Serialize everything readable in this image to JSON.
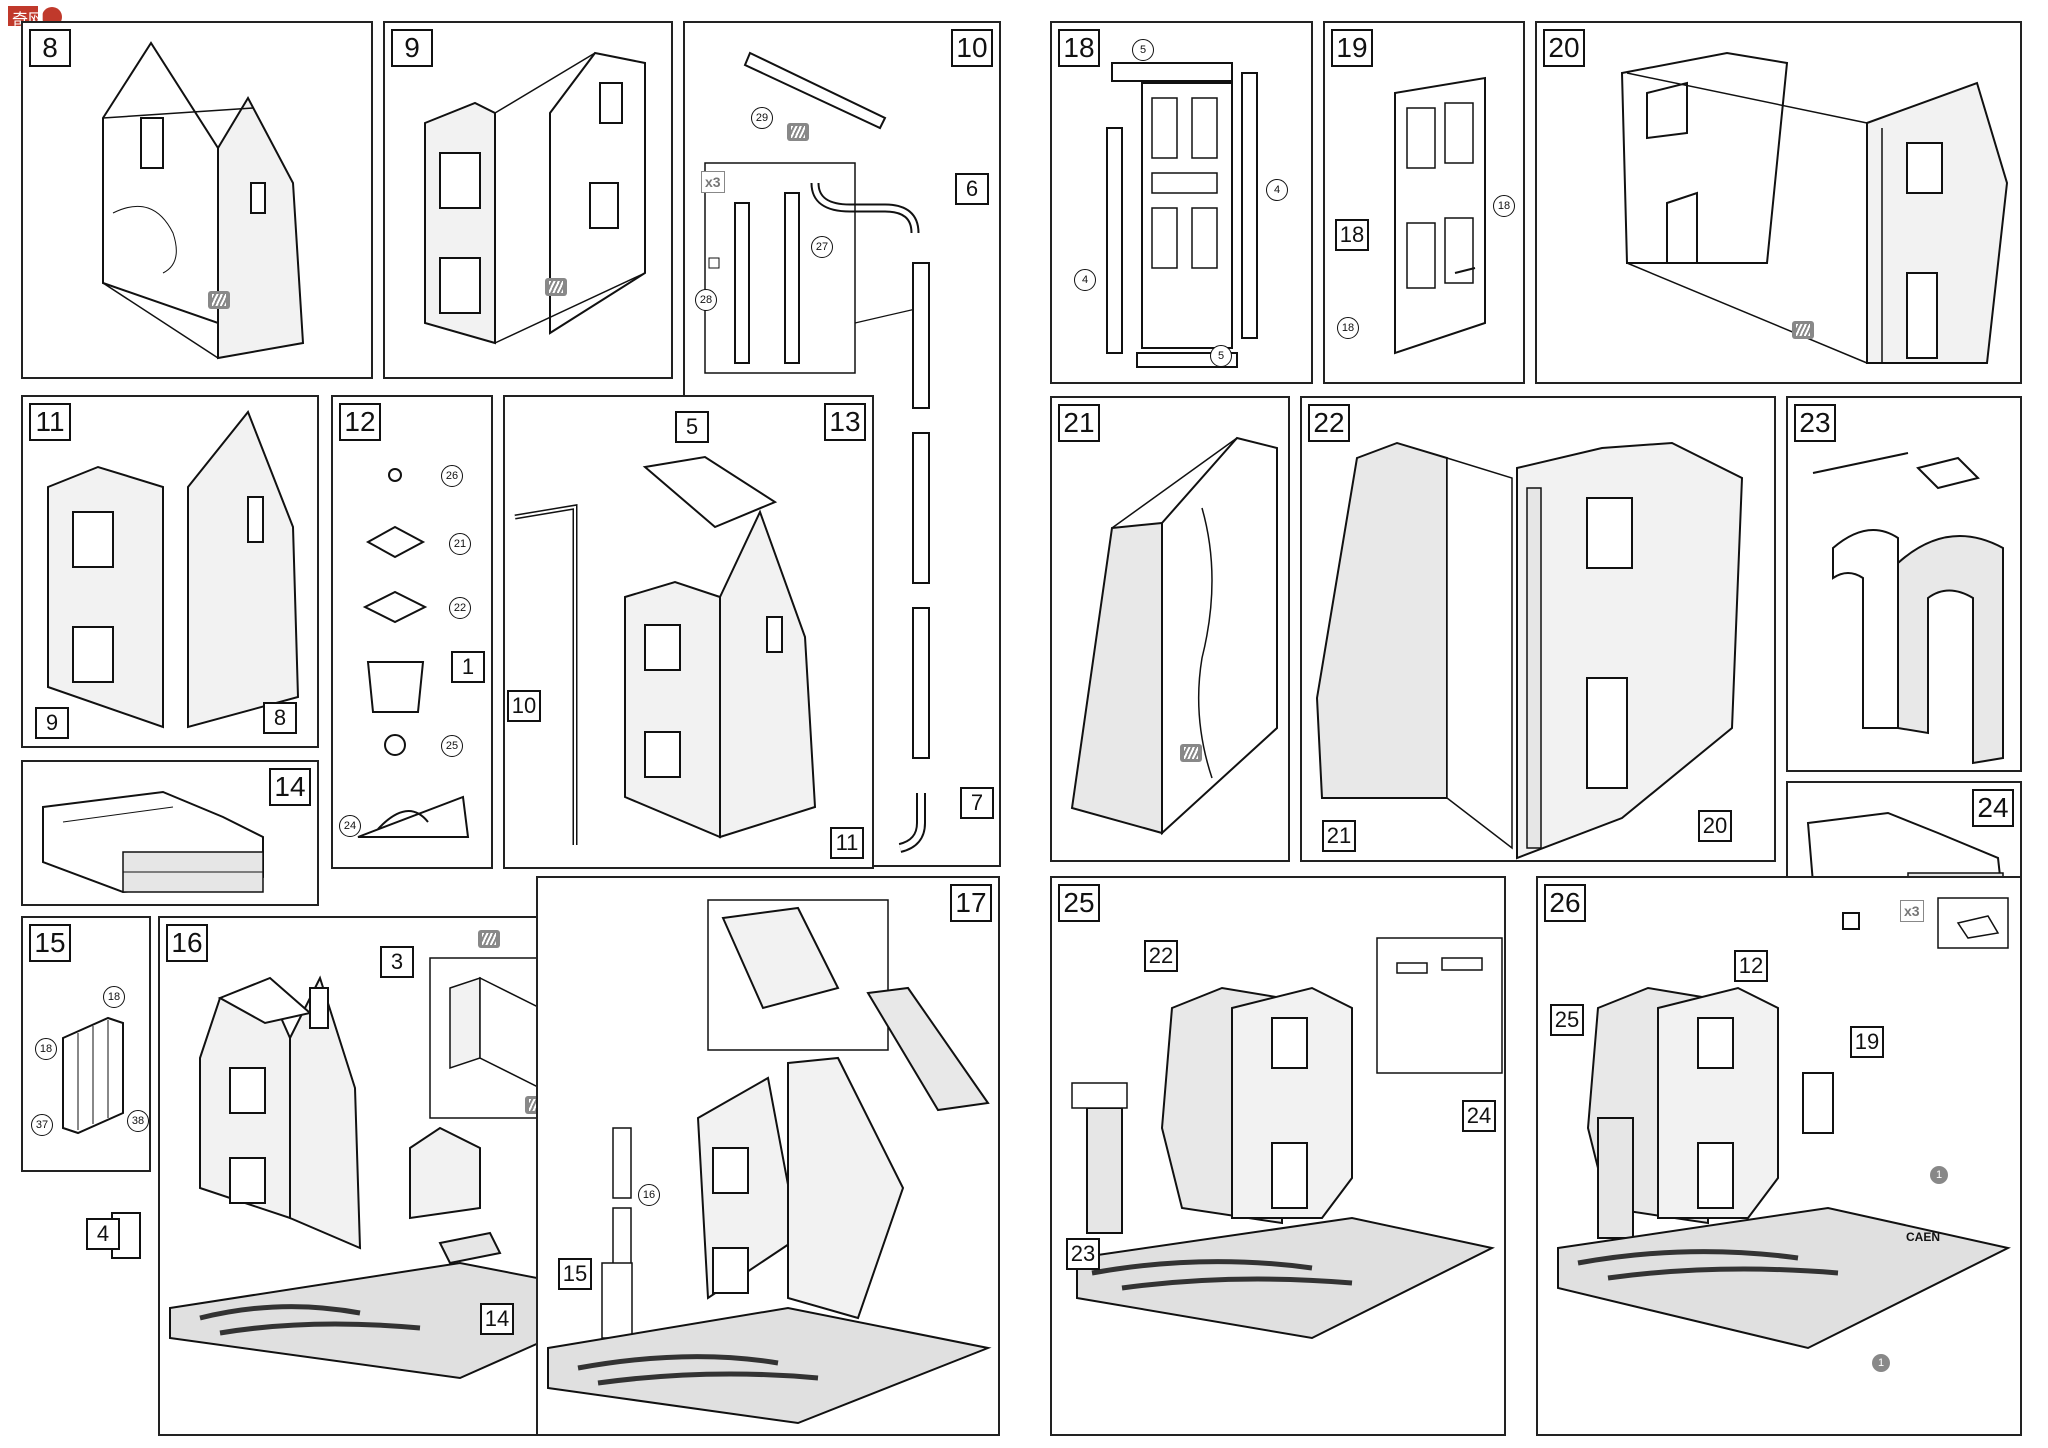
{
  "steps": {
    "s8": "8",
    "s9": "9",
    "s10": "10",
    "s11": "11",
    "s12": "12",
    "s13": "13",
    "s14": "14",
    "s15": "15",
    "s16": "16",
    "s17": "17",
    "s18": "18",
    "s19": "19",
    "s20": "20",
    "s21": "21",
    "s22": "22",
    "s23": "23",
    "s24": "24",
    "s25": "25",
    "s26": "26"
  },
  "callouts": {
    "c10_6": "6",
    "c10_7": "7",
    "c11_9": "9",
    "c11_8": "8",
    "c12_1": "1",
    "c13_5": "5",
    "c13_10": "10",
    "c13_11": "11",
    "c16_3": "3",
    "c16_4": "4",
    "c16_14": "14",
    "c17_15": "15",
    "c19_18": "18",
    "c22_21": "21",
    "c22_20": "20",
    "c25_22": "22",
    "c25_23": "23",
    "c25_24": "24",
    "c26_12": "12",
    "c26_19": "19",
    "c26_25": "25"
  },
  "parts": {
    "p29": "29",
    "p27": "27",
    "p28": "28",
    "p26": "26",
    "p21": "21",
    "p22": "22",
    "p25": "25",
    "p24": "24",
    "p18a": "18",
    "p18b": "18",
    "p37": "37",
    "p38": "38",
    "p16": "16",
    "p5a": "5",
    "p5b": "5",
    "p4a": "4",
    "p4b": "4",
    "p18c": "18",
    "p18d": "18",
    "g1a": "1",
    "g1b": "1"
  },
  "multipliers": {
    "m10": "x3",
    "m26": "x3"
  },
  "signs": {
    "town": "CAEN"
  },
  "logo": {
    "text": "奇网"
  },
  "icons": [
    "glue-icon",
    "logo-icon"
  ]
}
